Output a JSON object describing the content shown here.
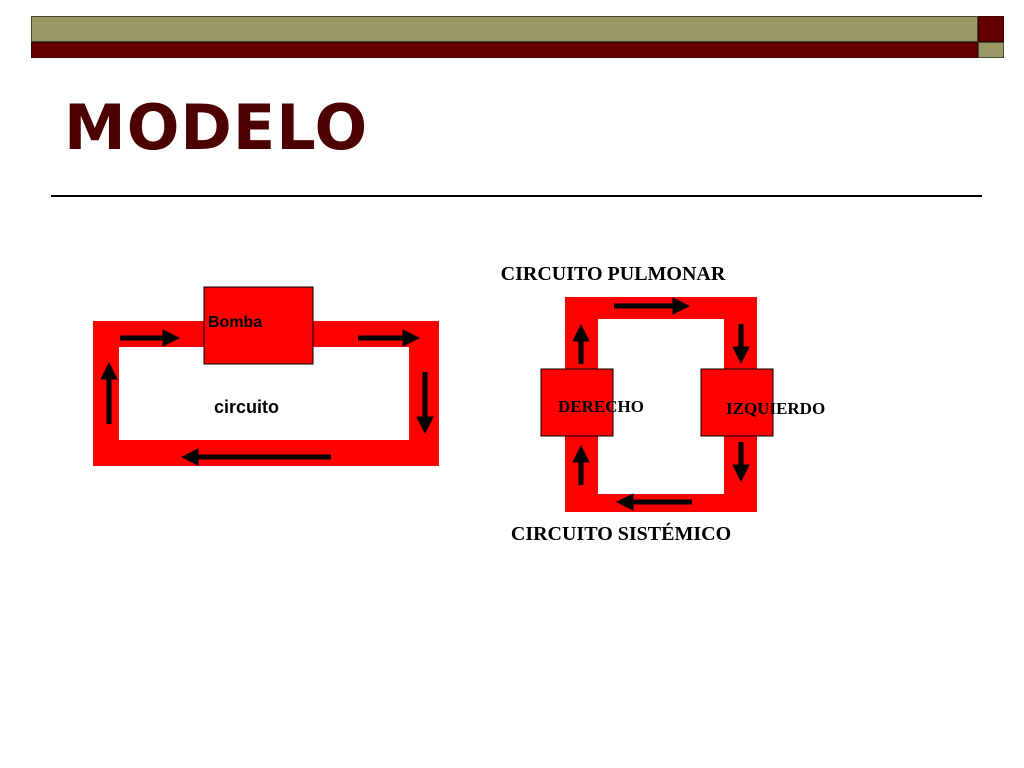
{
  "slide": {
    "title": "Modelo",
    "colors": {
      "olive": "#999966",
      "maroon": "#660000",
      "title": "#4d0000",
      "pipe": "#ff0000",
      "arrow": "#000000"
    }
  },
  "simple_circuit": {
    "pump_label": "Bomba",
    "circuit_label": "circuito"
  },
  "double_circuit": {
    "top_label": "CIRCUITO PULMONAR",
    "bottom_label": "CIRCUITO SISTÉMICO",
    "left_chamber_label": "DERECHO",
    "right_chamber_label": "IZQUIERDO"
  }
}
